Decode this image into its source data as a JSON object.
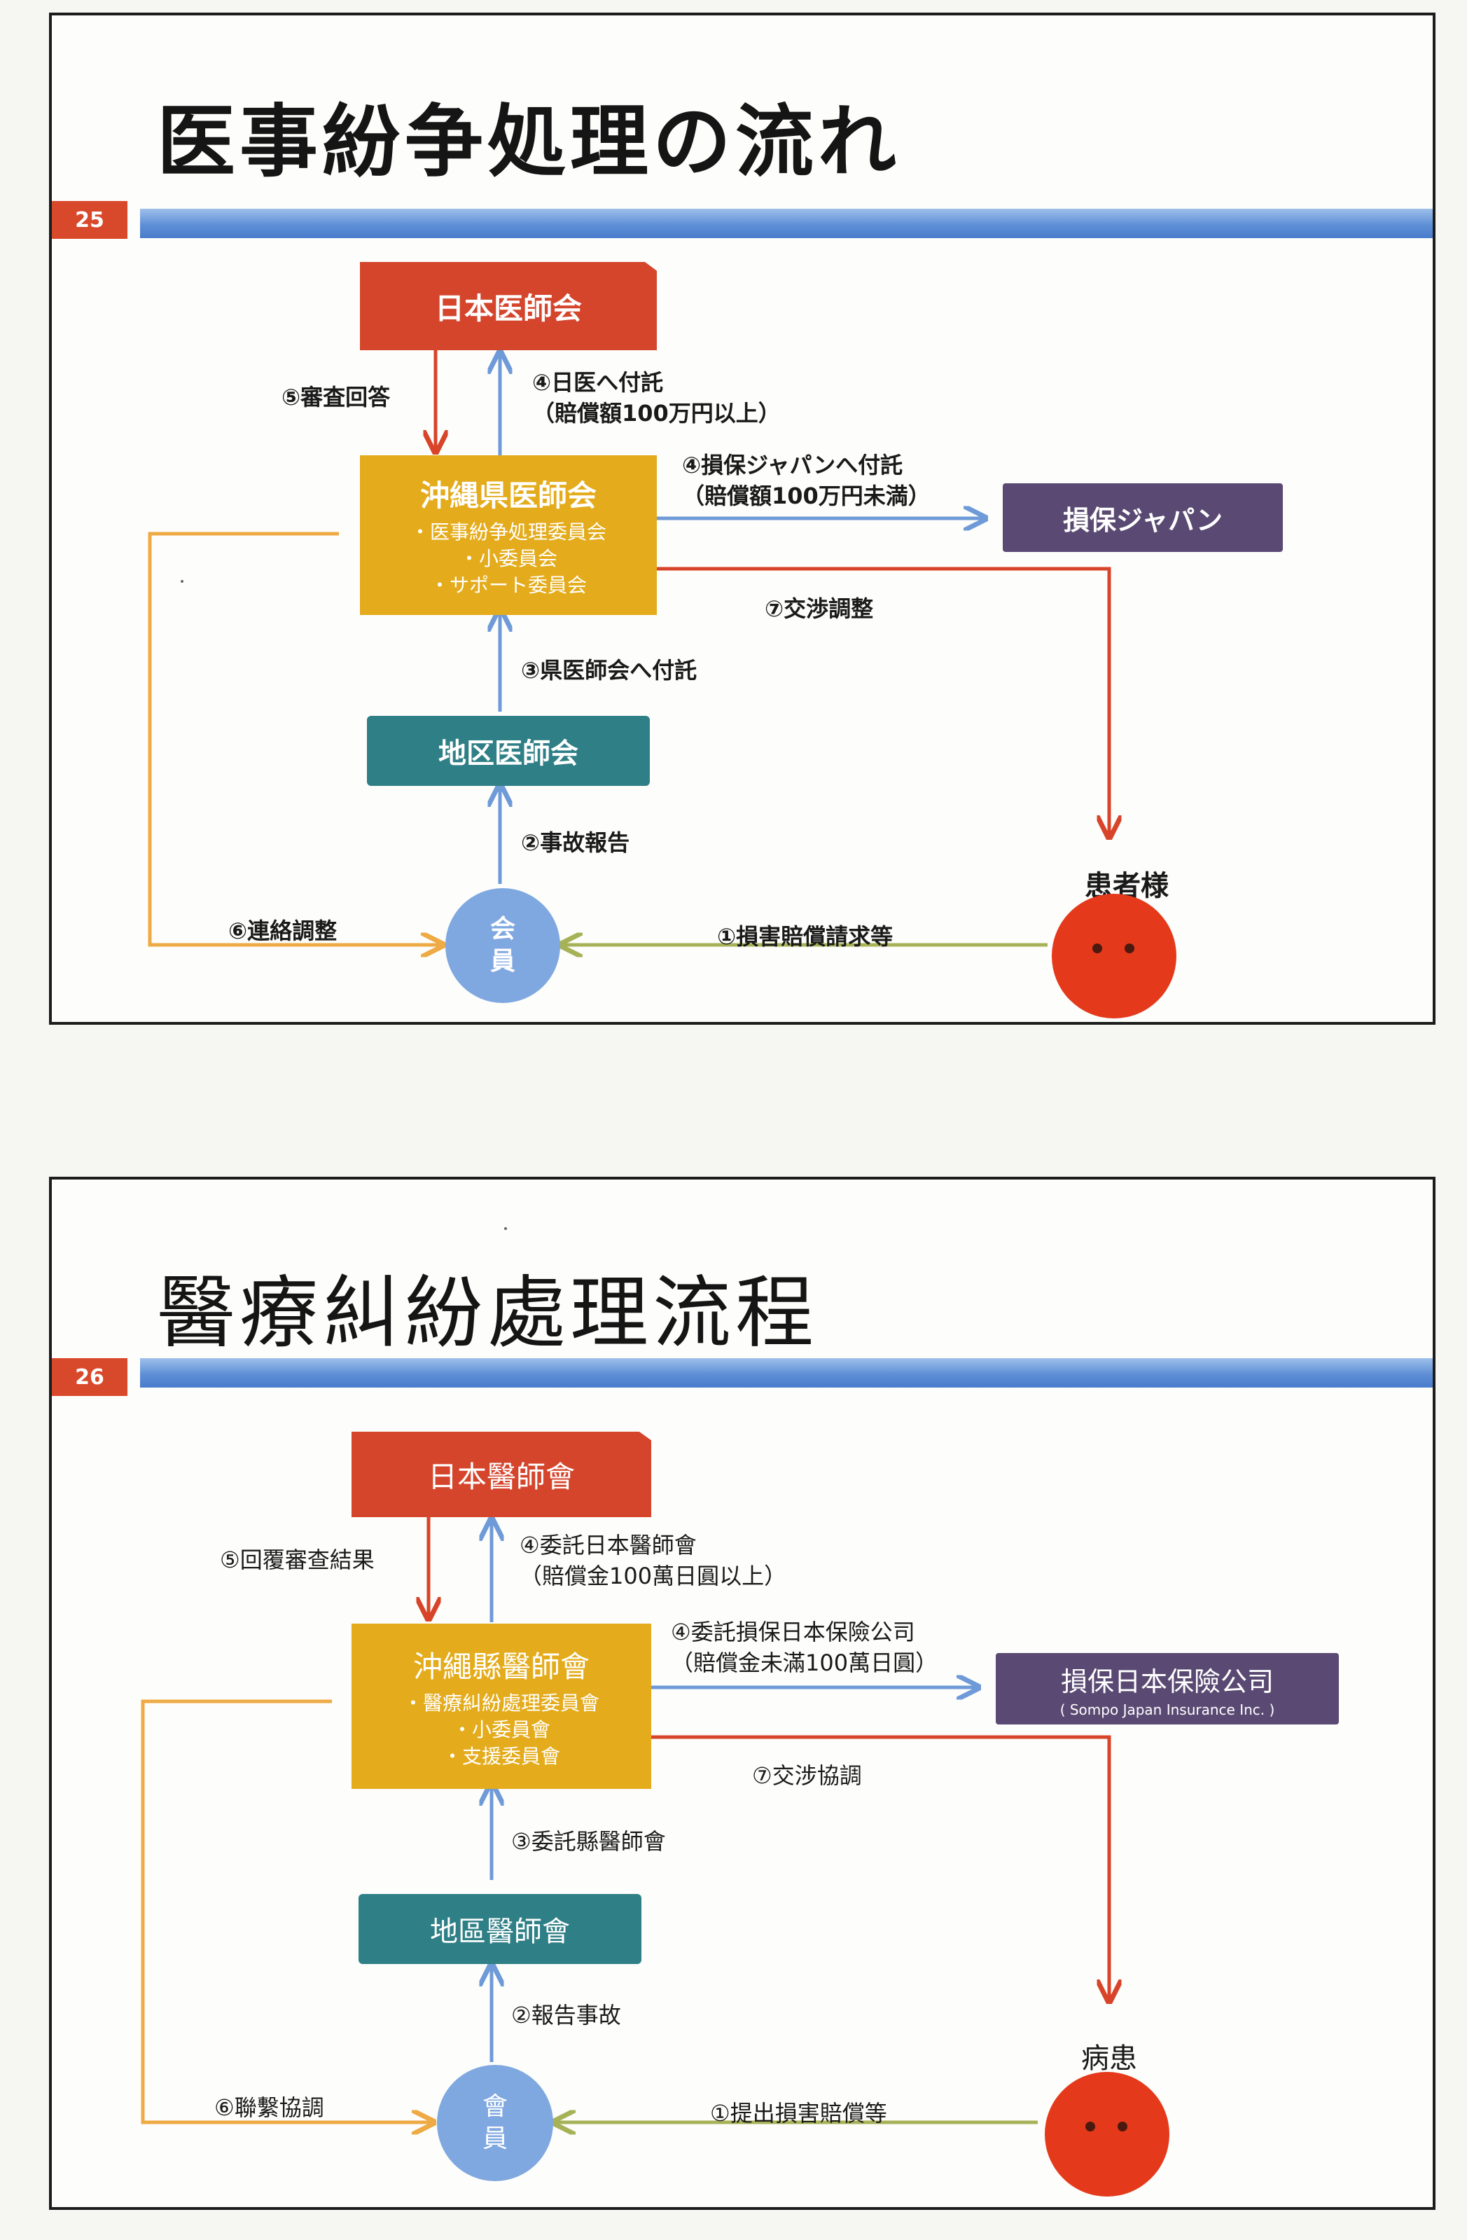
{
  "slide1": {
    "title": "医事紛争処理の流れ",
    "page_number": "25",
    "nodes": {
      "jma": "日本医師会",
      "pref_main": "沖縄県医師会",
      "pref_sub1": "・医事紛争処理委員会",
      "pref_sub2": "・小委員会",
      "pref_sub3": "・サポート委員会",
      "district": "地区医師会",
      "insurer": "損保ジャパン",
      "member": "会\n員",
      "patient_label": "患者様"
    },
    "edges": {
      "e1": "①損害賠償請求等",
      "e2": "②事故報告",
      "e3": "③県医師会へ付託",
      "e4a": "④日医へ付託\n（賠償額100万円以上）",
      "e4b": "④損保ジャパンへ付託\n（賠償額100万円未満）",
      "e5": "⑤審査回答",
      "e6": "⑥連絡調整",
      "e7": "⑦交渉調整"
    }
  },
  "slide2": {
    "title": "醫療糾紛處理流程",
    "page_number": "26",
    "nodes": {
      "jma": "日本醫師會",
      "pref_main": "沖繩縣醫師會",
      "pref_sub1": "・醫療糾紛處理委員會",
      "pref_sub2": "・小委員會",
      "pref_sub3": "・支援委員會",
      "district": "地區醫師會",
      "insurer": "損保日本保險公司",
      "insurer_sub": "( Sompo Japan Insurance Inc. )",
      "member": "會\n員",
      "patient_label": "病患"
    },
    "edges": {
      "e1": "①提出損害賠償等",
      "e2": "②報告事故",
      "e3": "③委託縣醫師會",
      "e4a": "④委託日本醫師會\n（賠償金100萬日圓以上）",
      "e4b": "④委託損保日本保險公司\n（賠償金未滿100萬日圓）",
      "e5": "⑤回覆審查結果",
      "e6": "⑥聯繫協調",
      "e7": "⑦交涉協調"
    }
  },
  "colors": {
    "jma": "#d4452c",
    "prefecture": "#e4ac1c",
    "district": "#2f7f86",
    "insurer": "#5a4a73",
    "member": "#7fa8e0",
    "patient": "#e5391b",
    "arrow_blue": "#6f9ad8",
    "arrow_red": "#d8442a",
    "arrow_orange": "#eeaa44",
    "arrow_green": "#a7b258",
    "accent_bar": "#5e8fd6",
    "page_number_bg": "#d8492b"
  }
}
